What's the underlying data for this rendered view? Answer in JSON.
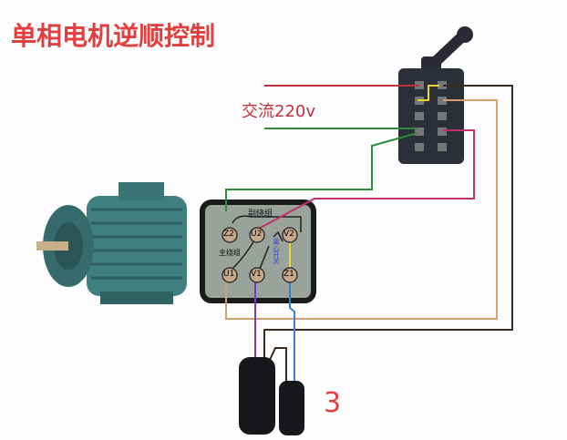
{
  "title": "单相电机逆顺控制",
  "supply_label": "交流220v",
  "terminal_box": {
    "aux_winding": "副绕组",
    "main_winding": "主绕组",
    "centrifugal_switch": "离心开关",
    "terminals": [
      "Z2",
      "U2",
      "V2",
      "U1",
      "V1",
      "Z1"
    ]
  },
  "figure_number": "3",
  "colors": {
    "title": "#e0403f",
    "motor": "#3f7f80",
    "box": "#1b1b1b",
    "red_wire": "#c0303a",
    "green_wire": "#2e8b3a",
    "magenta_wire": "#c0306a",
    "tan_wire": "#d4a070",
    "dark_wire": "#3a2a20",
    "purple_wire": "#6a3cc0",
    "blue_wire": "#3a80d0",
    "yellow_wire": "#e8d830"
  }
}
